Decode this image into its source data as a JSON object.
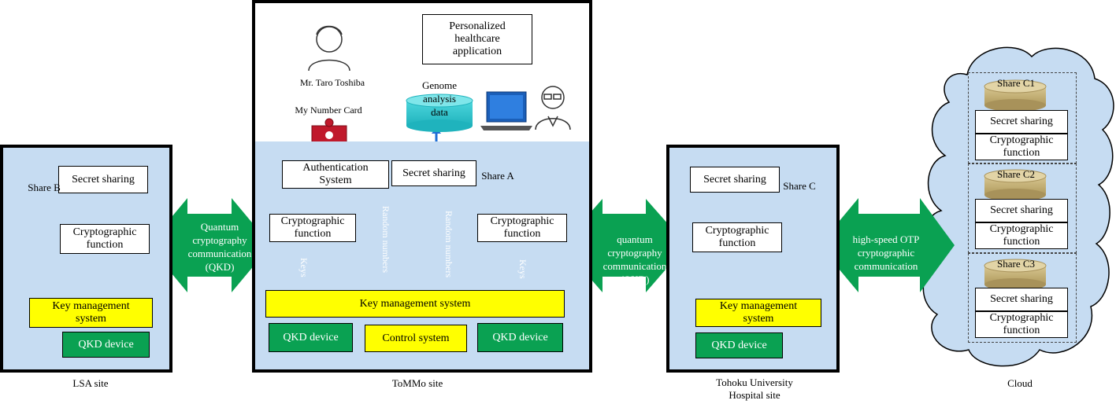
{
  "sites": {
    "lsa": {
      "label": "LSA site",
      "secret_sharing": "Secret sharing",
      "share": "Share B",
      "crypto": "Cryptographic function",
      "key_mgmt": "Key management system",
      "qkd_device": "QKD device"
    },
    "tommo": {
      "label": "ToMMo site",
      "person_name": "Mr. Taro Toshiba",
      "my_number_card": "My Number Card",
      "app": "Personalized healthcare application",
      "genome": "Genome analysis data",
      "auth": "Authentication System",
      "secret_sharing": "Secret sharing",
      "share": "Share A",
      "crypto_left": "Cryptographic function",
      "crypto_right": "Cryptographic function",
      "keys_left": "Keys",
      "keys_right": "Keys",
      "random_1": "Random numbers",
      "random_2": "Random numbers",
      "key_mgmt": "Key management system",
      "qkd_left": "QKD device",
      "control": "Control system",
      "qkd_right": "QKD device"
    },
    "tohoku": {
      "label": "Tohoku University Hospital site",
      "secret_sharing": "Secret sharing",
      "share": "Share C",
      "crypto": "Cryptographic function",
      "key_mgmt": "Key management system",
      "qkd_device": "QKD  device"
    },
    "cloud": {
      "label": "Cloud",
      "items": [
        {
          "share": "Share C1",
          "secret_sharing": "Secret sharing",
          "crypto": "Cryptographic function"
        },
        {
          "share": "Share C2",
          "secret_sharing": "Secret sharing",
          "crypto": "Cryptographic function"
        },
        {
          "share": "Share C3",
          "secret_sharing": "Secret sharing",
          "crypto": "Cryptographic function"
        }
      ]
    }
  },
  "links": {
    "lsa_tommo": "Quantum cryptography communication (QKD)",
    "tommo_tohoku": "quantum cryptography communication (QKD)",
    "tohoku_cloud": "high-speed OTP cryptographic communication"
  },
  "colors": {
    "site_fill": "#c6dcf2",
    "green": "#0aa152",
    "yellow": "#ffff00",
    "share_gold": "#c9b47c"
  }
}
